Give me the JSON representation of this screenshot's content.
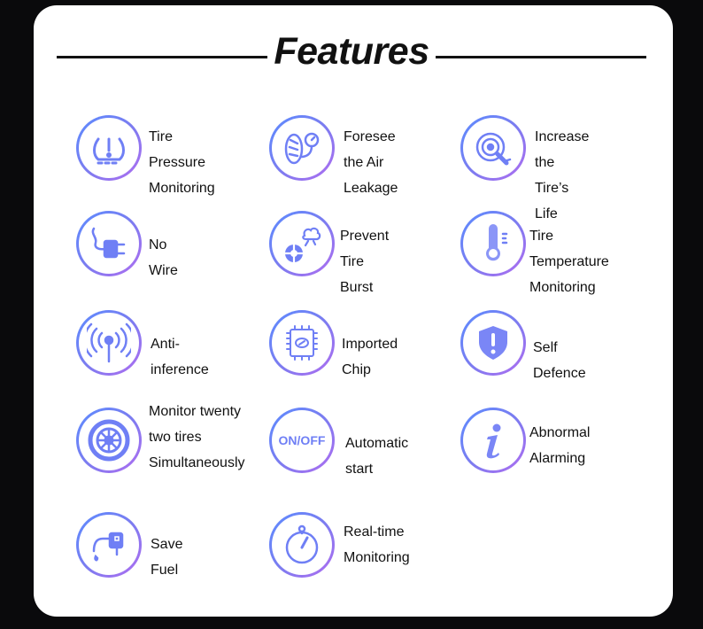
{
  "title": "Features",
  "features": [
    {
      "label": "Tire Pressure\nMonitoring",
      "icon": "tire-pressure-warning-icon"
    },
    {
      "label": "Foresee the Air\nLeakage",
      "icon": "tire-gauge-icon"
    },
    {
      "label": "Increase the\nTire’s Life",
      "icon": "wheel-wrench-icon"
    },
    {
      "label": "No Wire",
      "icon": "plug-icon"
    },
    {
      "label": "Prevent Tire\nBurst",
      "icon": "tire-burst-icon"
    },
    {
      "label": "Tire Temperature\nMonitoring",
      "icon": "thermometer-icon"
    },
    {
      "label": "Anti-inference",
      "icon": "signal-antenna-icon"
    },
    {
      "label": "Imported Chip",
      "icon": "chip-icon"
    },
    {
      "label": "Self Defence",
      "icon": "shield-icon"
    },
    {
      "label": "Monitor twenty\ntwo tires\nSimultaneously",
      "icon": "wheel-icon"
    },
    {
      "label": "Automatic start",
      "icon": "on-off-icon",
      "icon_text": "ON/OFF"
    },
    {
      "label": "Abnormal\nAlarming",
      "icon": "info-icon"
    },
    {
      "label": "Save Fuel",
      "icon": "fuel-nozzle-icon"
    },
    {
      "label": "Real-time\nMonitoring",
      "icon": "stopwatch-icon"
    }
  ]
}
